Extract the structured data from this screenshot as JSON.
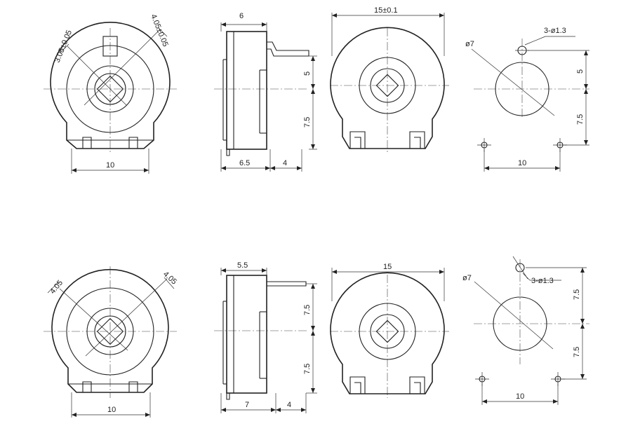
{
  "row1": {
    "front": {
      "dim_a": "3.05±0.05",
      "dim_b": "4.05±0.05",
      "width": "10"
    },
    "side": {
      "top": "6",
      "h_upper": "5",
      "h_lower": "7.5",
      "bottom_left": "6.5",
      "bottom_right": "4"
    },
    "back": {
      "top": "15±0.1"
    },
    "pcb": {
      "hole": "3-ø1.3",
      "circle": "ø7",
      "v_upper": "5",
      "v_lower": "7.5",
      "h_span": "10"
    }
  },
  "row2": {
    "front": {
      "dim_a": "4.05",
      "dim_b": "4.05",
      "width": "10"
    },
    "side": {
      "top": "5.5",
      "h_upper": "7.5",
      "h_lower": "7.5",
      "bottom_left": "7",
      "bottom_right": "4"
    },
    "back": {
      "top": "15"
    },
    "pcb": {
      "hole": "3-ø1.3",
      "circle": "ø7",
      "v_upper": "7.5",
      "v_lower": "7.5",
      "h_span": "10"
    }
  }
}
